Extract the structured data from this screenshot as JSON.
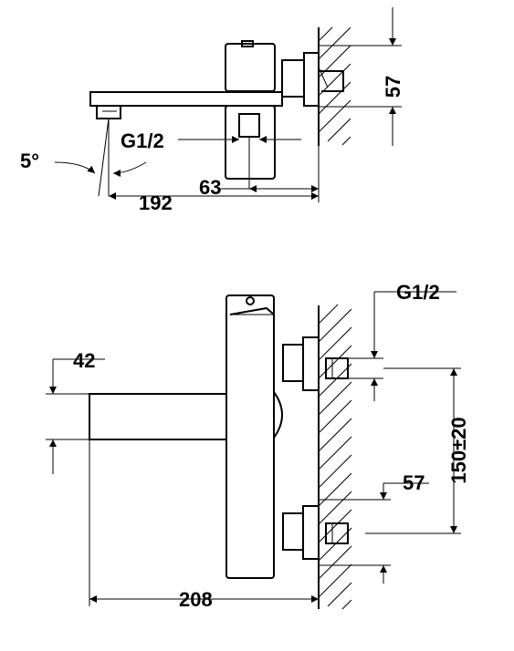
{
  "top_view": {
    "angle_label": "5°",
    "thread_label": "G1/2",
    "wall_connector_height": "57",
    "offset_dim": "63",
    "spout_length_dim": "192"
  },
  "front_view": {
    "thread_label": "G1/2",
    "spout_height_dim": "42",
    "center_distance_dim": "150±20",
    "connector_dim": "57",
    "overall_length_dim": "208"
  }
}
